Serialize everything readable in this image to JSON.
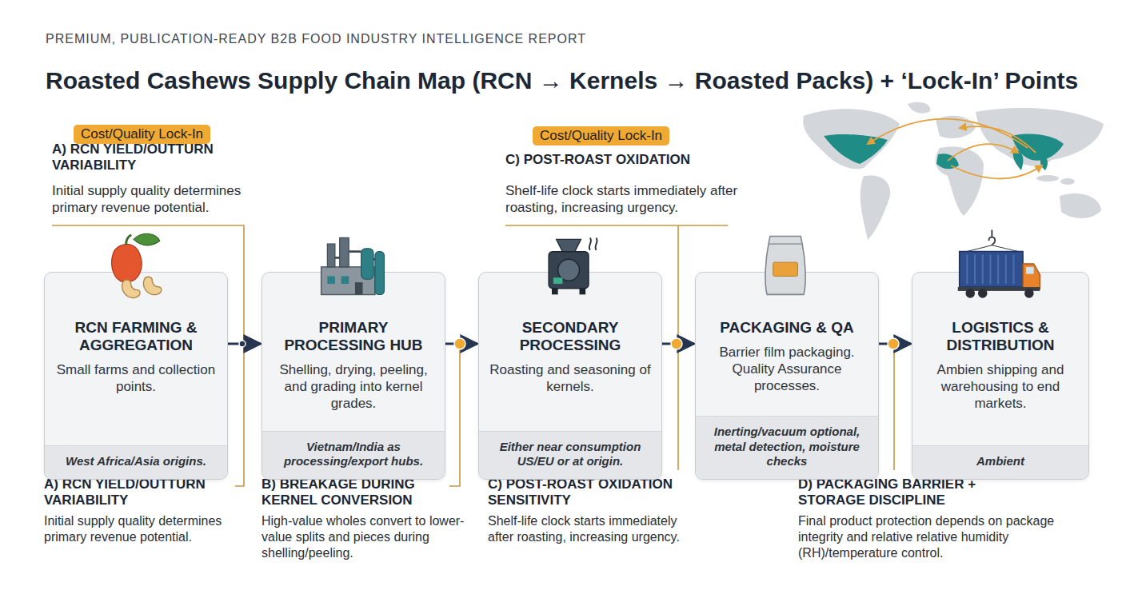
{
  "diagram": {
    "title": "Roasted Cashews Supply Chain Map (RCN → Kernels → Roasted Packs) + ‘Lock-In’ Points",
    "nodes": [
      {
        "text": [
          "Cost/Quality Lock-In"
        ]
      },
      {
        "text": [
          "Cost/Quality Lock-In"
        ]
      },
      {
        "text": [
          "RCN FARMING & AGGREGATION",
          "Small farms and collection points."
        ]
      },
      {
        "text": [
          "West Africa/Asia origins."
        ],
        "in": 2
      },
      {
        "text": [
          "PRIMARY PROCESSING HUB",
          "Shelling, drying, peeling, and grading into kernel grades."
        ]
      },
      {
        "text": [
          "Vietnam/India as processing/export hubs."
        ],
        "in": 4
      },
      {
        "text": [
          "SECONDARY PROCESSING",
          "Roasting and seasoning of kernels."
        ]
      },
      {
        "text": [
          "Either near consumption US/EU or at origin."
        ],
        "in": 6
      },
      {
        "text": [
          "PACKAGING & QA",
          "Barrier film packaging. Quality Assurance processes."
        ]
      },
      {
        "text": [
          "Inerting/vacuum optional, metal detection, moisture checks"
        ],
        "in": 8
      },
      {
        "text": [
          "LOGISTICS & DISTRIBUTION",
          "Ambien shipping and warehousing to end markets."
        ]
      },
      {
        "text": [
          "Ambient"
        ],
        "in": 10
      }
    ],
    "edges": [
      {
        "from": 2,
        "to": 4,
        "arrow": "to"
      },
      {
        "from": 4,
        "to": 6,
        "arrow": "to"
      },
      {
        "from": 6,
        "to": 8,
        "arrow": "to"
      },
      {
        "from": 8,
        "to": 10,
        "arrow": "to"
      }
    ],
    "labels": [
      "PREMIUM, PUBLICATION-READY B2B FOOD INDUSTRY INTELLIGENCE REPORT",
      "A) RCN YIELD/OUTTURN VARIABILITY",
      "Initial supply quality determines primary revenue potential.",
      "C) POST-ROAST OXIDATION",
      "Shelf-life clock starts immediately after roasting, increasing urgency.",
      "A) RCN YIELD/OUTTURN VARIABILITY",
      "Initial supply quality determines primary revenue potential.",
      "B) BREAKAGE DURING KERNEL CONVERSION",
      "High-value wholes convert to lower-value splits and pieces during shelling/peeling.",
      "C) POST-ROAST OXIDATION SENSITIVITY",
      "Shelf-life clock starts immediately after roasting, increasing urgency.",
      "D) PACKAGING BARRIER + STORAGE DISCIPLINE",
      "Final product protection depends on package integrity and relative relative humidity (RH)/temperature control."
    ]
  }
}
